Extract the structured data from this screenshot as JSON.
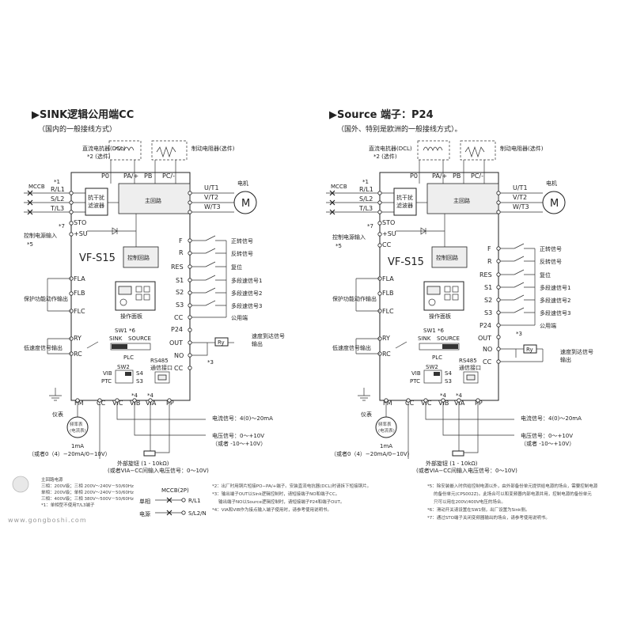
{
  "left": {
    "title": "▶SINK逻辑公用端CC",
    "subtitle": "（国内的一般接线方式）",
    "dcl_label": "直流电抗器(DCL)",
    "dcl_note": "*2 (选件)",
    "brake_label": "制动电阻器(选件)",
    "model": "VF-S15",
    "sw_label": "SW1 *6",
    "sw_sink": "SINK",
    "sw_source": "SOURCE",
    "com_signal": "公用端",
    "nc_term": "CC",
    "nc_note": "*3",
    "rs485_label": "RS485\n通信接口",
    "footnote_lines": [
      "*2：出厂时用铜片短接PO−PA/+端子。安装直流电抗器(DCL)时请拆下短接铜片。",
      "*3：输出端子OUT以Sink逻辑控制时，请短接端子NO和端子CC。",
      "输出端子NO以Source逻辑控制时，请短接端子P24和端子OUT。",
      "*4：VIA和VIB作为接点输入端子使用时，请参考使用说明书。"
    ],
    "power_notes": [
      "主回路电源",
      "三相：200V级；三相 200V～240V－50/60Hz",
      "单相：200V级；单相 200V～240V－50/60Hz",
      "三相：400V级；三相 380V～500V－50/60Hz",
      "*1：单相型不使用T/L3端子"
    ],
    "mccb2p": "MCCB(2P)",
    "single_phase": "单相",
    "power_src": "电源",
    "rl1": "R/L1",
    "sl2n": "S/L2/N"
  },
  "right": {
    "title": "▶Source 端子：P24",
    "subtitle": "（国外、特别是欧洲的一般接线方式）。",
    "dcl_label": "直流电抗器(DCL)",
    "dcl_note": "*2 (选件)",
    "brake_label": "制动电阻器(选件)",
    "model": "VF-S15",
    "sw_label": "SW1 *6",
    "sw_sink": "SINK",
    "sw_source": "SOURCE",
    "com_signal": "公用端",
    "nc_term": "CC",
    "nc_note": "*3",
    "rs485_label": "RS485\n通信接口",
    "footnote_lines": [
      "*5：除安装嵌入时供给控制电源以外，由外部备份单元提供给电源的场合，需要控制电源",
      "的备份单元(CPS002Z)。此场合可以和变频器内部电源并用，控制电源的备份单元",
      "只可以用在200V/400V电压的场合。",
      "*6：滑动开关请设置在SW1侧，出厂设置为Sink侧。",
      "*7：通过STO端子关闭变频器输出的场合，请参考使用说明书。"
    ]
  },
  "common": {
    "mccb": "MCCB",
    "note1": "*1",
    "r_l1": "R/L1",
    "s_l2": "S/L2",
    "t_l3": "T/L3",
    "noise_filter": "抗干扰\n滤波器",
    "main_circuit": "主回路",
    "control_circuit": "控制回路",
    "p0": "P0",
    "pa": "PA/+",
    "pb": "PB",
    "pc": "PC/-",
    "u": "U/T1",
    "v": "V/T2",
    "w": "W/T3",
    "motor": "电机",
    "m": "M",
    "sto": "STO",
    "su": "+SU",
    "note7": "*7",
    "ctrl_power_in": "控制电源输入",
    "note5": "*5",
    "f": "F",
    "r": "R",
    "res": "RES",
    "s1": "S1",
    "s2": "S2",
    "s3": "S3",
    "cc": "CC",
    "p24": "P24",
    "out": "OUT",
    "no": "NO",
    "fwd": "正转信号",
    "rev": "反转信号",
    "reset": "复位",
    "ms1": "多段速信号1",
    "ms2": "多段速信号2",
    "ms3": "多段速信号3",
    "speed_reach": "速度到达信号\n输出",
    "ry": "Ry",
    "fla": "FLA",
    "flb": "FLB",
    "flc": "FLC",
    "protect_out": "保护功能动作输出",
    "ry_term": "RY",
    "rc_term": "RC",
    "low_speed": "低速度信号输出",
    "panel": "操作面板",
    "plc": "PLC",
    "sw2": "SW2",
    "vib": "VIB",
    "ptc": "PTC",
    "s4": "S4",
    "s3b": "S3",
    "fm": "FM",
    "cc2": "CC",
    "vic": "VIC",
    "vib2": "VIB",
    "via": "VIA",
    "pp": "PP",
    "note4a": "*4",
    "note4b": "*4",
    "meter": "仪表",
    "freq_meter": "频率表\n(电流表)",
    "ma": "1mA",
    "alt_420": "（或者0（4）−20mA/0−10V）",
    "current_sig": "电流信号：4(0)～20mA",
    "voltage_sig": "电压信号：0～+10V",
    "voltage_sig2": "（或者 -10～+10V）",
    "ext_pot": "外部旋钮 (1 - 10kΩ)",
    "ext_pot2": "(或者VIA−CC间输入电压信号：0～10V)"
  },
  "watermark": "www.gongboshi.com"
}
